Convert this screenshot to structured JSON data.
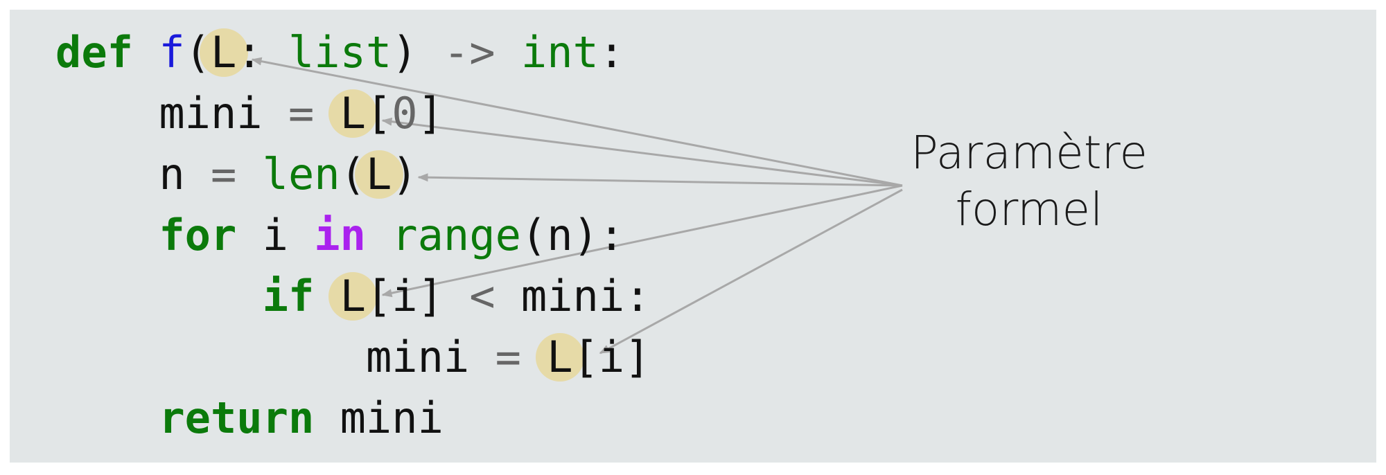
{
  "annotation": {
    "line1": "Paramètre",
    "line2": "formel"
  },
  "code": {
    "l1": {
      "kw_def": "def",
      "fn_name": "f",
      "open": "(",
      "param": "L",
      "colon": ": ",
      "type": "list",
      "close": ")",
      "arrow": " -> ",
      "ret_type": "int",
      "end": ":"
    },
    "l2": {
      "indent": "    ",
      "var": "mini",
      "eq": " = ",
      "param": "L",
      "open": "[",
      "num": "0",
      "close": "]"
    },
    "l3": {
      "indent": "    ",
      "var": "n",
      "eq": " = ",
      "builtin": "len",
      "open": "(",
      "param": "L",
      "close": ")"
    },
    "l4": {
      "indent": "    ",
      "kw_for": "for",
      "var": " i ",
      "kw_in": "in",
      "sp": " ",
      "builtin": "range",
      "args": "(n):"
    },
    "l5": {
      "indent": "        ",
      "kw_if": "if",
      "sp": " ",
      "param": "L",
      "rest1": "[i]",
      "lt": " < ",
      "rest2": "mini:"
    },
    "l6": {
      "indent": "            ",
      "var": "mini",
      "eq": " = ",
      "param": "L",
      "rest": "[i]"
    },
    "l7": {
      "indent": "    ",
      "kw_return": "return",
      "rest": " mini"
    }
  },
  "colors": {
    "panel_bg": "#e2e6e7",
    "keyword": "#0b7a0b",
    "function": "#1a1adb",
    "in_keyword": "#aa22ee",
    "highlight": "#e8d48c",
    "arrow": "#a8a8a8"
  }
}
